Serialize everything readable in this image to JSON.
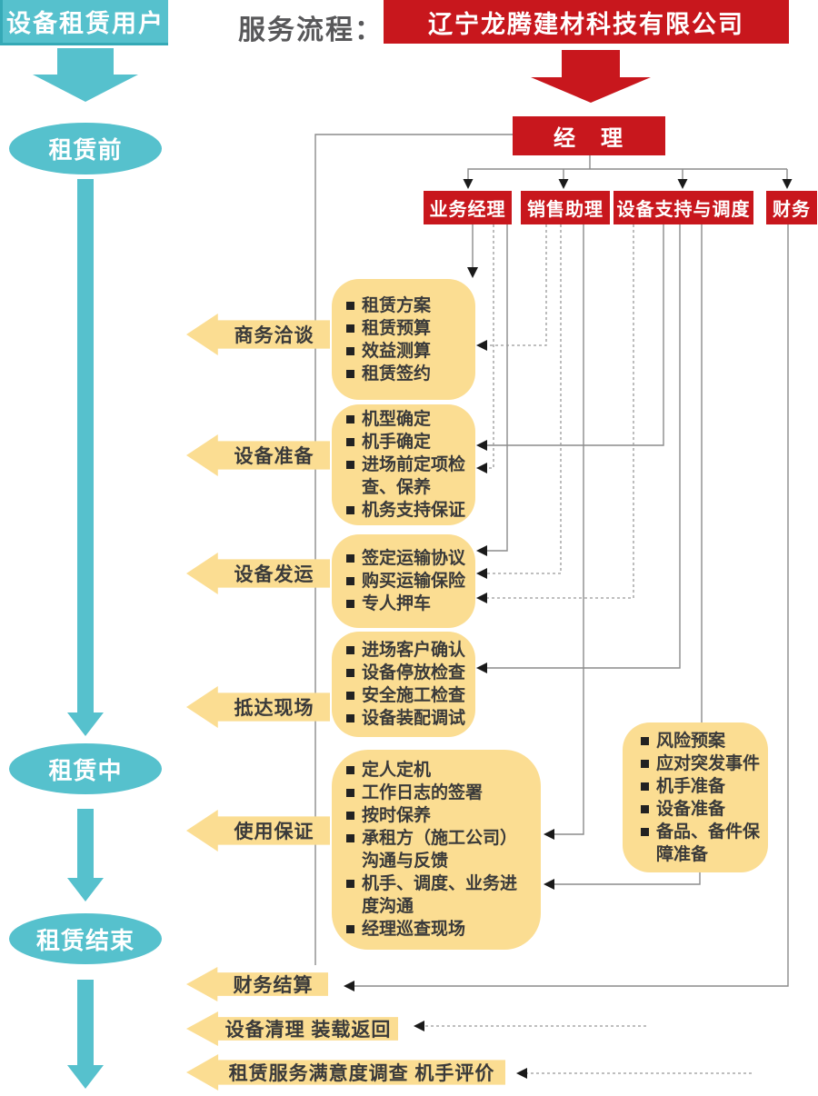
{
  "header": {
    "user_entry": "设备租赁用户",
    "flow_label": "服务流程：",
    "company": "辽宁龙腾建材科技有限公司"
  },
  "org": {
    "manager": "经　理",
    "departments": [
      {
        "label": "业务经理"
      },
      {
        "label": "销售助理"
      },
      {
        "label": "设备支持与调度"
      },
      {
        "label": "财务"
      }
    ]
  },
  "stages": [
    {
      "label": "租赁前"
    },
    {
      "label": "租赁中"
    },
    {
      "label": "租赁结束"
    }
  ],
  "steps": [
    {
      "label": "商务洽谈"
    },
    {
      "label": "设备准备"
    },
    {
      "label": "设备发运"
    },
    {
      "label": "抵达现场"
    },
    {
      "label": "使用保证"
    },
    {
      "label": "财务结算"
    },
    {
      "label": "设备清理 装载返回"
    },
    {
      "label": "租赁服务满意度调查 机手评价"
    }
  ],
  "detail_boxes": [
    {
      "name": "business-negotiation",
      "items": [
        "租赁方案",
        "租赁预算",
        "效益测算",
        "租赁签约"
      ]
    },
    {
      "name": "equipment-preparation",
      "items": [
        "机型确定",
        "机手确定",
        "进场前定项检查、保养",
        "机务支持保证"
      ]
    },
    {
      "name": "equipment-shipping",
      "items": [
        "签定运输协议",
        "购买运输保险",
        "专人押车"
      ]
    },
    {
      "name": "site-arrival",
      "items": [
        "进场客户确认",
        "设备停放检查",
        "安全施工检查",
        "设备装配调试"
      ]
    },
    {
      "name": "usage-guarantee",
      "items": [
        "定人定机",
        "工作日志的签署",
        "按时保养",
        "承租方（施工公司）沟通与反馈",
        "机手、调度、业务进度沟通",
        "经理巡查现场"
      ]
    },
    {
      "name": "risk-plan",
      "items": [
        "风险预案",
        "应对突发事件",
        "机手准备",
        "设备准备",
        "备品、备件保障准备"
      ]
    }
  ],
  "colors": {
    "teal": "#56C1CD",
    "teal-dark": "#35A9B6",
    "red": "#C8171D",
    "yellow": "#FBDD92",
    "line": "#8C8C8C",
    "text-dark": "#3A3A3A",
    "header-gray": "#58585A",
    "arrow-black": "#1A1A1A"
  }
}
